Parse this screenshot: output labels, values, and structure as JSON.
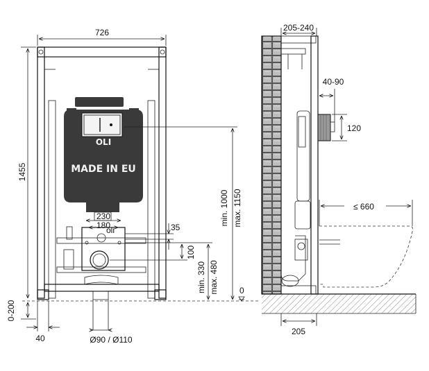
{
  "colors": {
    "line": "#111111",
    "tank_fill": "#3a3a3a",
    "brick_fill": "#bdbdbd",
    "brick_grout": "#555555",
    "hatch": "#888888",
    "logo_text": "#f2f2f2"
  },
  "icons": [
    "arrow-icon",
    "brick-wall-icon",
    "wall-hung-toilet-icon",
    "cistern-tank-icon",
    "flush-plate-icon"
  ],
  "front_view": {
    "width_label": "726",
    "height_label": "1455",
    "floor_range_label": "0-200",
    "leg_offset_label": "40",
    "outlet_spacing_label": "230",
    "inlet_spacing_label": "180",
    "top_offset_label": "35",
    "outlet_height_label": "100",
    "outlet_min_label": "min. 330",
    "outlet_max_label": "max. 480",
    "plate_min_label": "min. 1000",
    "plate_max_label": "max. 1150",
    "floor_zero_label": "0",
    "pipe_diameter_label": "Ø90 / Ø110",
    "brand_label": "OLI",
    "made_in_label": "MADE IN EU",
    "plate_logo_label": "oli"
  },
  "side_view": {
    "depth_label": "205-240",
    "wall_offset_label": "40-90",
    "flush_height_label": "120",
    "bowl_length_label": "≤ 660",
    "base_depth_label": "205"
  }
}
